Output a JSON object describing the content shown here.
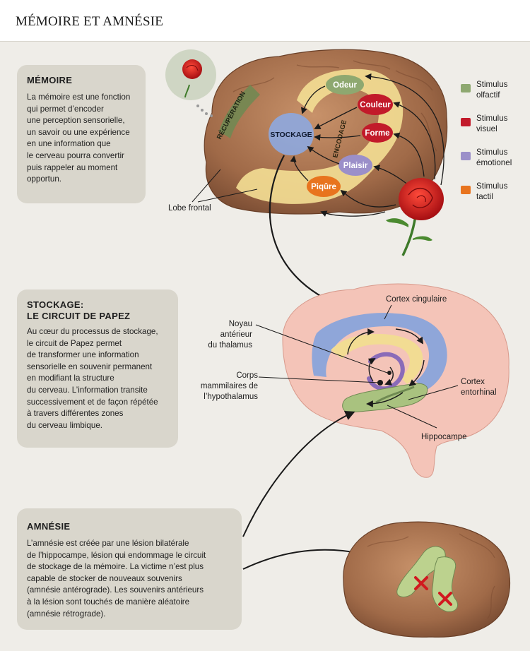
{
  "title": "MÉMOIRE ET AMNÉSIE",
  "boxes": {
    "memoire": {
      "heading": "MÉMOIRE",
      "text": "La mémoire est une fonction\nqui permet d’encoder\nune perception sensorielle,\nun savoir ou une expérience\nen une information que\nle cerveau pourra convertir\npuis rappeler au moment\nopportun."
    },
    "stockage": {
      "heading_line1": "STOCKAGE:",
      "heading_line2": "LE CIRCUIT DE PAPEZ",
      "text": "Au cœur du processus de stockage,\nle circuit de Papez permet\nde transformer une information\nsensorielle en souvenir permanent\nen modifiant la structure\ndu cerveau. L’information transite\nsuccessivement et de façon répétée\nà travers différentes zones\ndu cerveau limbique."
    },
    "amnesie": {
      "heading": "AMNÉSIE",
      "text": "L’amnésie est créée par une lésion bilatérale\nde l’hippocampe, lésion qui endommage le circuit\nde stockage de la mémoire. La victime n’est plus\ncapable de stocker de nouveaux souvenirs\n(amnésie antérograde). Les souvenirs antérieurs\nà la lésion sont touchés de manière aléatoire\n(amnésie rétrograde)."
    }
  },
  "legend": [
    {
      "label": "Stimulus\nolfactif",
      "color": "#8ea870"
    },
    {
      "label": "Stimulus\nvisuel",
      "color": "#c21a2a"
    },
    {
      "label": "Stimulus\némotionel",
      "color": "#9b8fc9"
    },
    {
      "label": "Stimulus\ntactil",
      "color": "#e8741e"
    }
  ],
  "brain_top": {
    "nodes": {
      "odeur": "Odeur",
      "couleur": "Couleur",
      "forme": "Forme",
      "plaisir": "Plaisir",
      "piqure": "Piqûre",
      "stockage": "STOCKAGE"
    },
    "band_labels": {
      "recuperation": "RÉCUPÉRATION",
      "encodage": "ENCODAGE"
    },
    "lobe_label": "Lobe frontal"
  },
  "brain_mid": {
    "labels": {
      "cortex_cingulaire": "Cortex cingulaire",
      "noyau_l1": "Noyau",
      "noyau_l2": "antérieur",
      "noyau_l3": "du thalamus",
      "corps_l1": "Corps",
      "corps_l2": "mammilaires de",
      "corps_l3": "l’hypothalamus",
      "cortex_ent_l1": "Cortex",
      "cortex_ent_l2": "entorhinal",
      "hippocampe": "Hippocampe"
    }
  },
  "colors": {
    "olfactif": "#8ea870",
    "visuel": "#c21a2a",
    "emotionel": "#9b8fc9",
    "tactil": "#e8741e",
    "brain": "#b07a55",
    "encoding_band": "#f2dc93",
    "pink_brain": "#f4c4b8",
    "cingulate": "#8fa6d9"
  }
}
